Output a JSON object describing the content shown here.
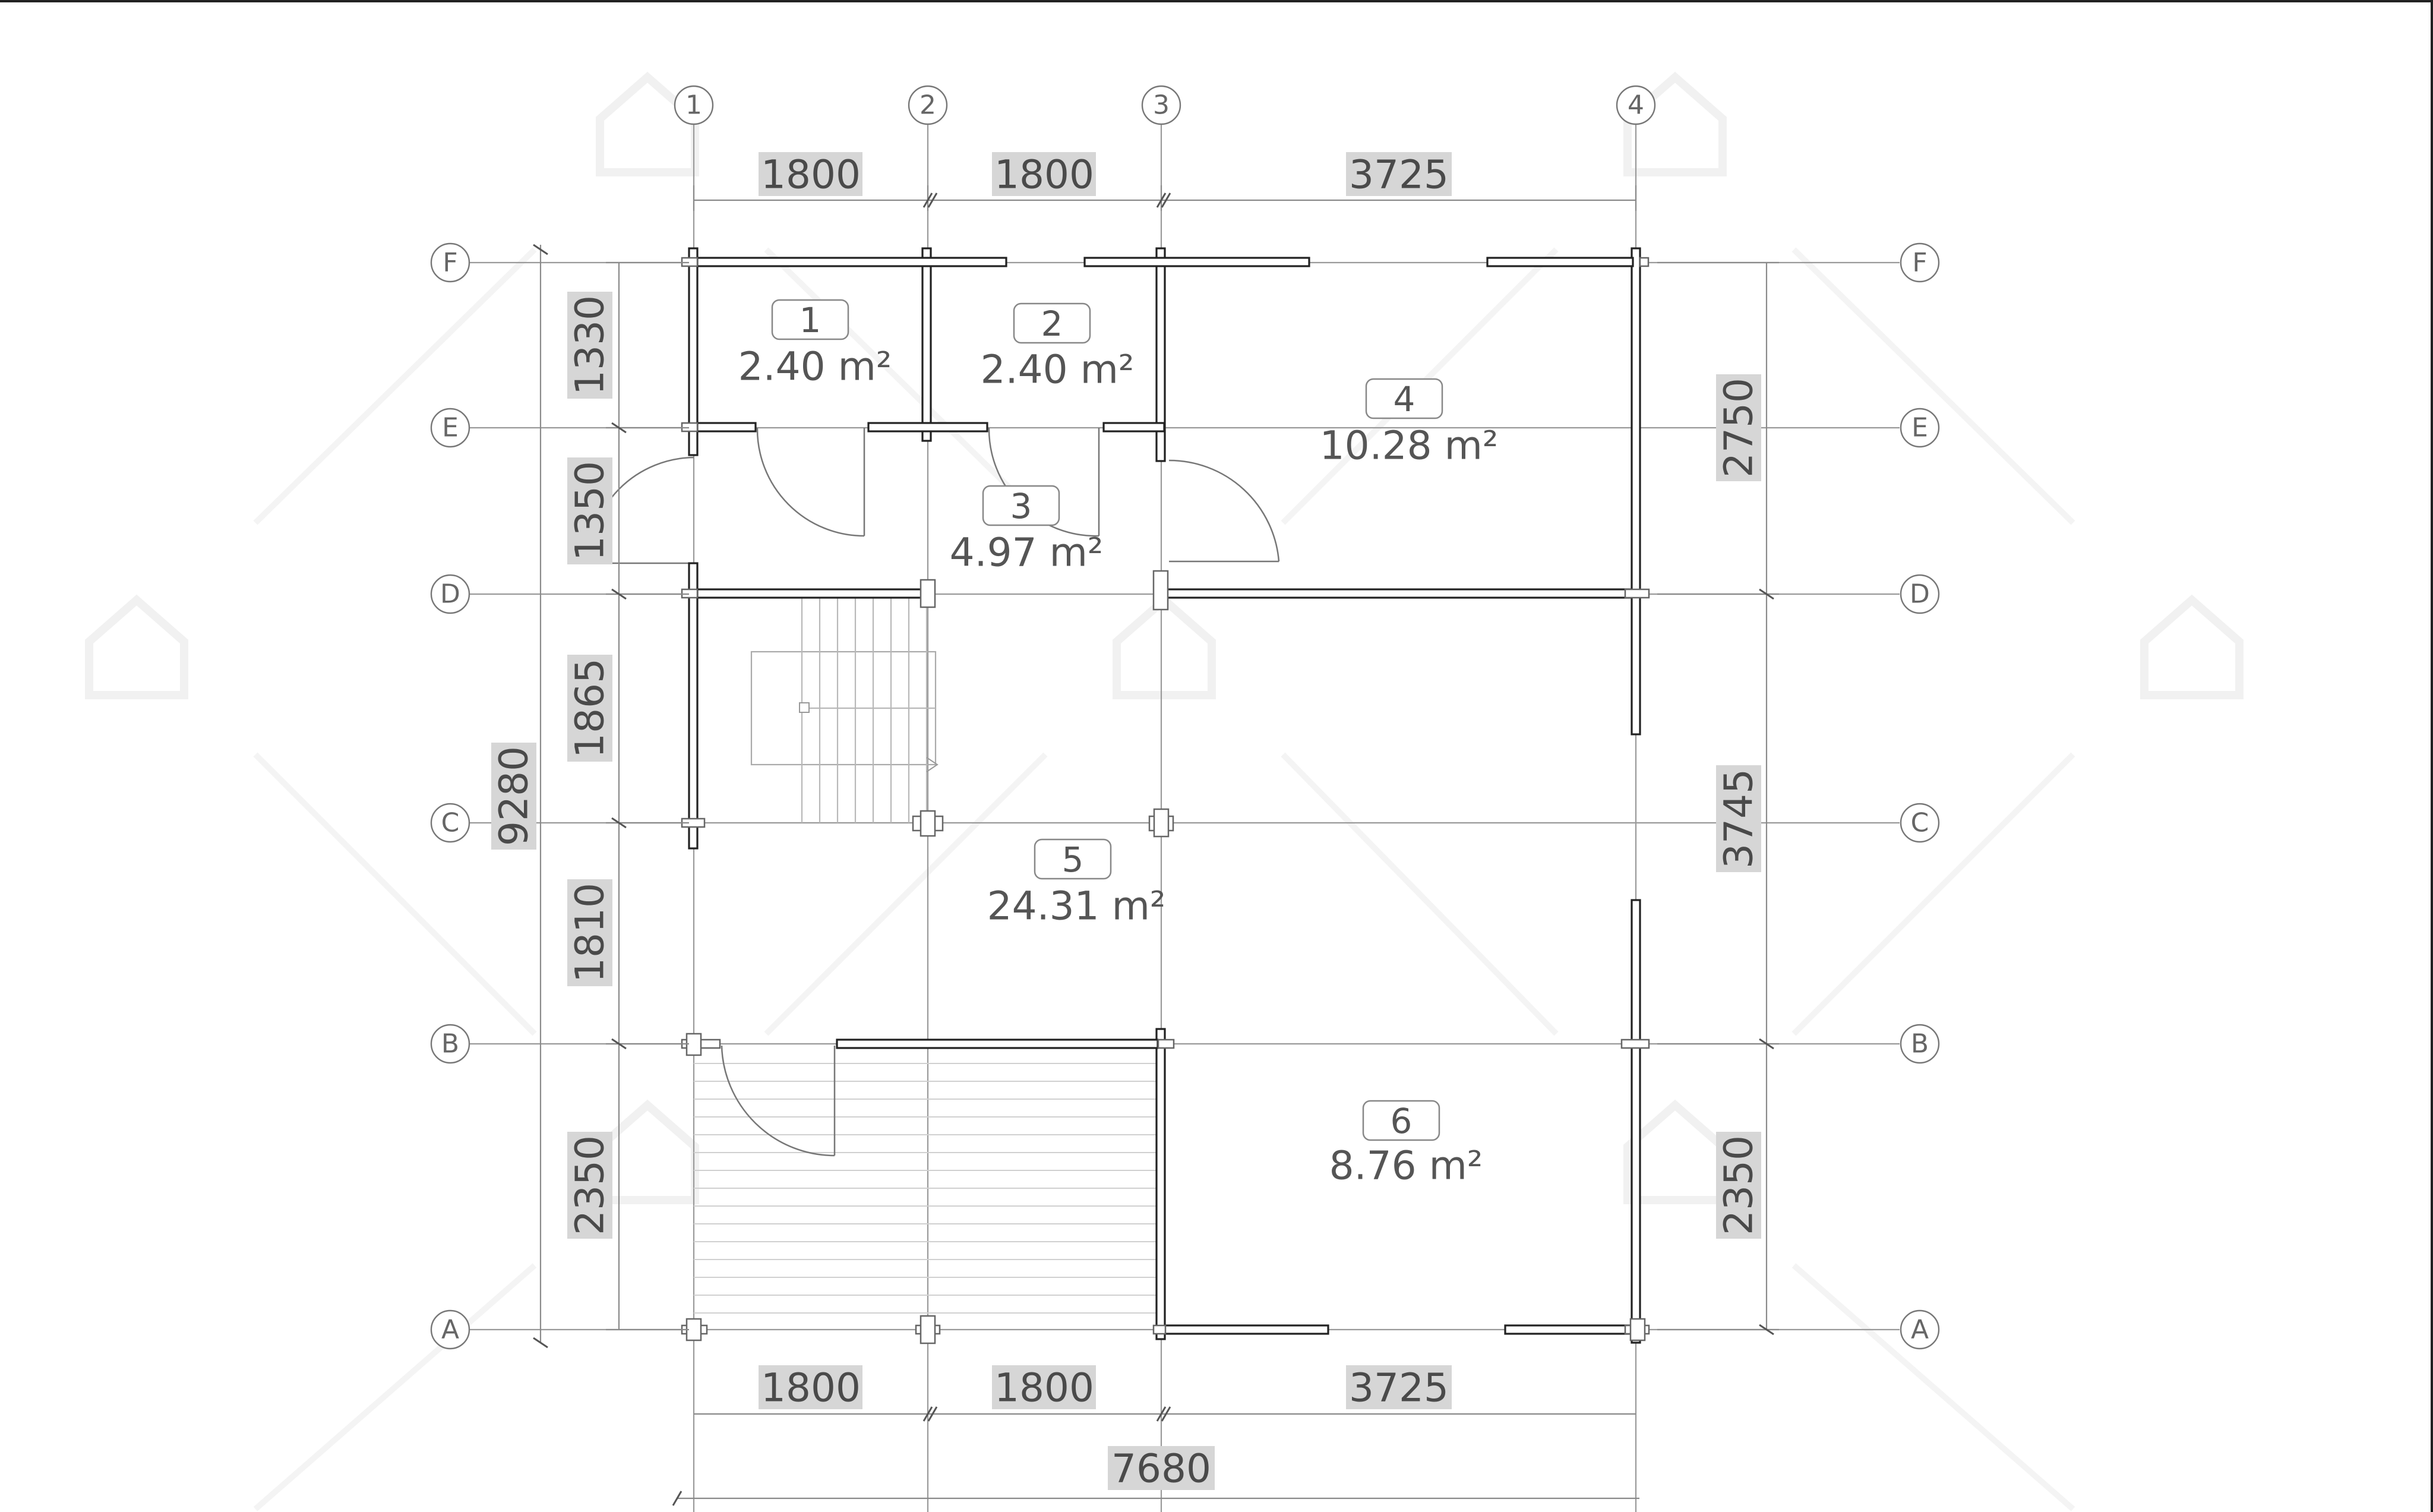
{
  "plan": {
    "grid_columns": [
      {
        "label": "1"
      },
      {
        "label": "2"
      },
      {
        "label": "3"
      },
      {
        "label": "4"
      }
    ],
    "grid_rows": [
      {
        "label": "F"
      },
      {
        "label": "E"
      },
      {
        "label": "D"
      },
      {
        "label": "C"
      },
      {
        "label": "B"
      },
      {
        "label": "A"
      }
    ],
    "dims_top": [
      "1800",
      "1800",
      "3725"
    ],
    "dims_bottom": [
      "1800",
      "1800",
      "3725"
    ],
    "dim_overall_width": "7680",
    "dims_left": [
      "1330",
      "1350",
      "1865",
      "1810",
      "2350"
    ],
    "dim_overall_height": "9280",
    "dims_right": [
      "2750",
      "3745",
      "2350"
    ],
    "rooms": [
      {
        "number": "1",
        "area": "2.40 m²"
      },
      {
        "number": "2",
        "area": "2.40 m²"
      },
      {
        "number": "3",
        "area": "4.97 m²"
      },
      {
        "number": "4",
        "area": "10.28 m²"
      },
      {
        "number": "5",
        "area": "24.31 m²"
      },
      {
        "number": "6",
        "area": "8.76 m²"
      }
    ]
  }
}
